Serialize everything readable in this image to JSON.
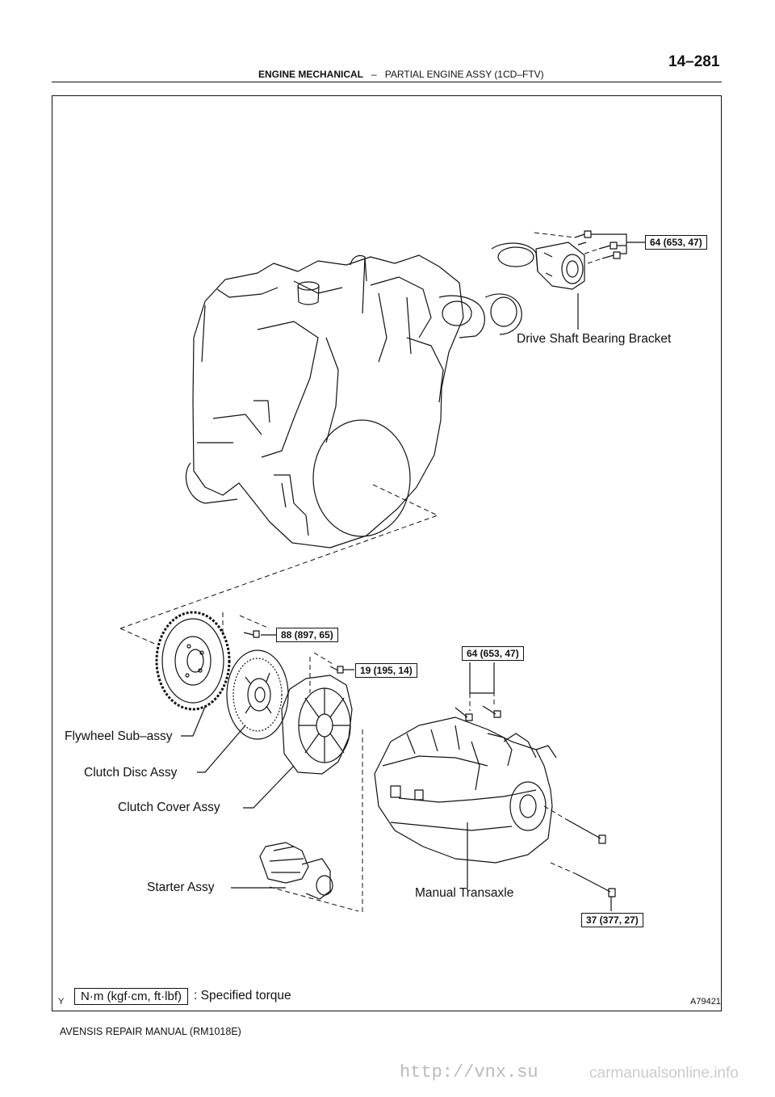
{
  "header": {
    "page_number": "14–281",
    "section": "ENGINE MECHANICAL",
    "separator": "–",
    "subsection": "PARTIAL ENGINE ASSY (1CD–FTV)"
  },
  "figure": {
    "labels": {
      "drive_shaft_bearing_bracket": "Drive Shaft Bearing Bracket",
      "flywheel": "Flywheel Sub–assy",
      "clutch_disc": "Clutch Disc Assy",
      "clutch_cover": "Clutch Cover Assy",
      "starter": "Starter Assy",
      "manual_transaxle": "Manual Transaxle"
    },
    "torques": {
      "bracket_bolts": "64 (653, 47)",
      "flywheel_bolt": "88 (897, 65)",
      "clutch_cover_bolt": "19 (195, 14)",
      "transaxle_upper_bolts": "64 (653, 47)",
      "transaxle_lower_bolts": "37 (377, 27)"
    },
    "legend_unit": "N·m (kgf·cm, ft·lbf)",
    "legend_text": ": Specified torque",
    "mark": "Y",
    "figure_id": "A79421"
  },
  "footer": {
    "manual": "AVENSIS REPAIR MANUAL   (RM1018E)"
  },
  "watermark": {
    "left": "http://vnx.su",
    "right": "carmanualsonline.info"
  }
}
